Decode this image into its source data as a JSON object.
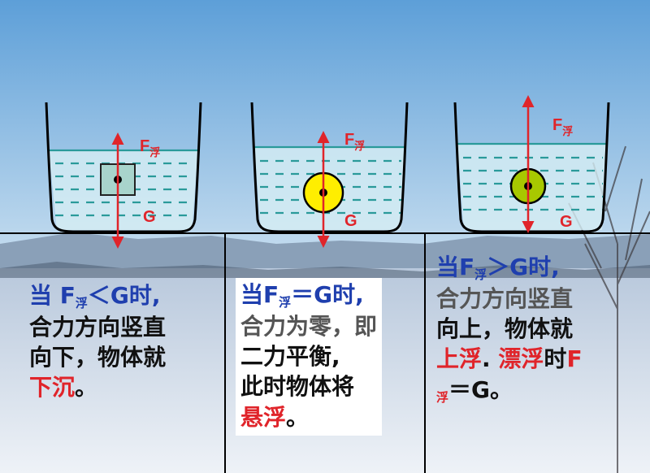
{
  "colors": {
    "sky_top": "#5d9fd8",
    "sky_bottom": "#c9dff0",
    "snow": "#e3ebf4",
    "water_line": "#2a9a9a",
    "water_fill": "#d6eef4",
    "arrow": "#e0242a",
    "label_red": "#e0242a",
    "text_blue": "#1f3fae",
    "text_gray": "#555555",
    "text_black": "#111111",
    "sphere_yellow": "#ffee00",
    "sphere_green": "#a8c800",
    "cube": "#a8d4cc"
  },
  "icons": [
    "cube-icon",
    "sphere-icon",
    "sphere-icon"
  ],
  "beakers": [
    {
      "buoyancy_symbol": "F",
      "buoyancy_sub": "浮",
      "gravity_symbol": "G",
      "object": "cube"
    },
    {
      "buoyancy_symbol": "F",
      "buoyancy_sub": "浮",
      "gravity_symbol": "G",
      "object": "yellow-sphere"
    },
    {
      "buoyancy_symbol": "F",
      "buoyancy_sub": "浮",
      "gravity_symbol": "G",
      "object": "green-sphere"
    }
  ],
  "texts": {
    "left": {
      "l1_a": "当 F",
      "l1_sub": "浮",
      "l1_b": "＜G时,",
      "l2": "合力方向竖直",
      "l3": "向下，物体就",
      "l4_red": "下沉",
      "l4_tail": "。"
    },
    "middle": {
      "l1_a": "当F",
      "l1_sub": "浮",
      "l1_b": "＝G时,",
      "l2": "合力为零，即",
      "l3": "二力平衡,",
      "l4": "此时物体将",
      "l5_red": "悬浮",
      "l5_tail": "。"
    },
    "right": {
      "l1_a": "当F",
      "l1_sub": "浮",
      "l1_b": "＞G时,",
      "l2": "合力方向竖直",
      "l3": "向上，物体就",
      "l4_red1": "上浮",
      "l4_mid": ". ",
      "l4_red2": "漂浮",
      "l4_black": "时",
      "l4_red3": "F",
      "l5_red": "浮",
      "l5_tail": "＝G。"
    }
  }
}
